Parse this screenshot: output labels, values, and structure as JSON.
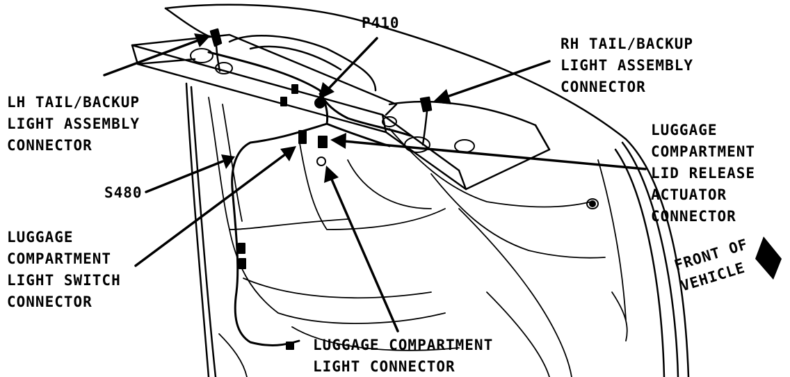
{
  "diagram": {
    "callouts": {
      "p410": [
        "P410"
      ],
      "rh_tail": [
        "RH TAIL/BACKUP",
        "LIGHT ASSEMBLY",
        "CONNECTOR"
      ],
      "lh_tail": [
        "LH TAIL/BACKUP",
        "LIGHT ASSEMBLY",
        "CONNECTOR"
      ],
      "lid_release": [
        "LUGGAGE",
        "COMPARTMENT",
        "LID RELEASE",
        "ACTUATOR",
        "CONNECTOR"
      ],
      "s480": [
        "S480"
      ],
      "light_switch": [
        "LUGGAGE",
        "COMPARTMENT",
        "LIGHT SWITCH",
        "CONNECTOR"
      ],
      "light_connector": [
        "LUGGAGE COMPARTMENT",
        "LIGHT CONNECTOR"
      ],
      "front_of_vehicle": [
        "FRONT OF",
        "VEHICLE"
      ]
    },
    "line_color": "#000000",
    "background_color": "#ffffff"
  }
}
